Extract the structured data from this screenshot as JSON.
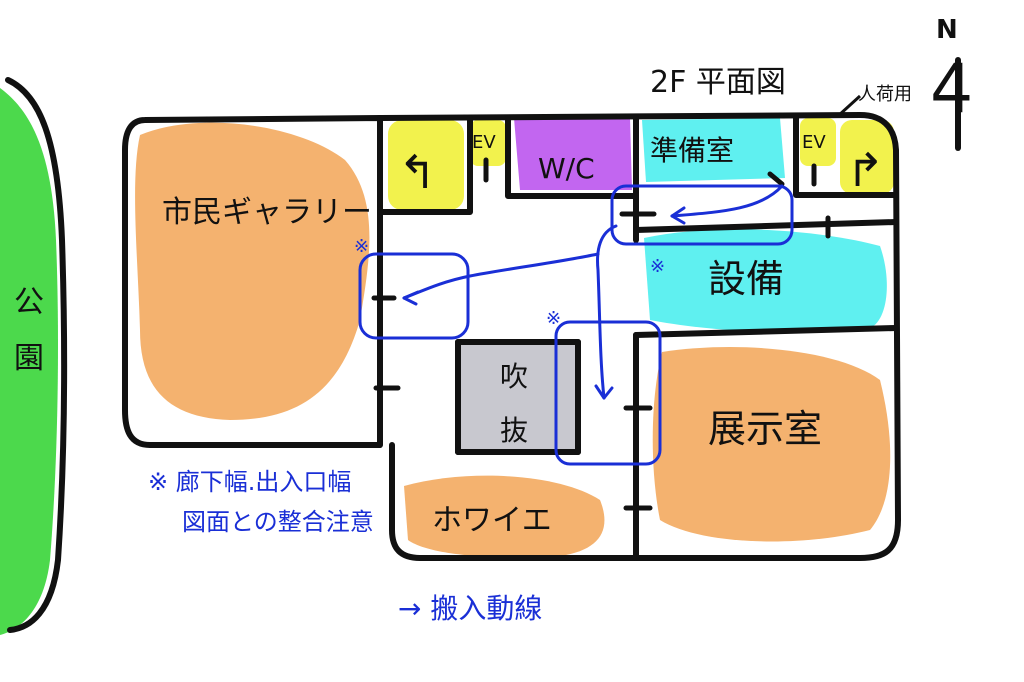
{
  "title": "2F 平面図",
  "north": {
    "letter": "N",
    "number": "4"
  },
  "labels": {
    "park": "公園",
    "gallery": "市民ギャラリー",
    "wc": "W/C",
    "prep_room": "準備室",
    "equipment": "設備",
    "atrium_top": "吹",
    "atrium_bottom": "抜",
    "foyer": "ホワイエ",
    "exhibition": "展示室",
    "ev": "EV",
    "passenger": "人荷用",
    "stairs_mark_left": "↰",
    "stairs_mark_right": "↱"
  },
  "notes": {
    "asterisk": "※",
    "line1": "※ 廊下幅.出入口幅",
    "line2": "図面との整合注意",
    "legend": "→ 搬入動線"
  },
  "colors": {
    "park": "#4cd94c",
    "gallery": "#f4b26f",
    "wc": "#c266f0",
    "prep": "#5ff0f0",
    "equipment": "#5ff0f0",
    "stairs": "#f2f24d",
    "ev": "#f2f24d",
    "exhibition": "#f4b26f",
    "foyer": "#f4b26f",
    "atrium": "#c8c8cf",
    "route": "#1a2fd6"
  }
}
